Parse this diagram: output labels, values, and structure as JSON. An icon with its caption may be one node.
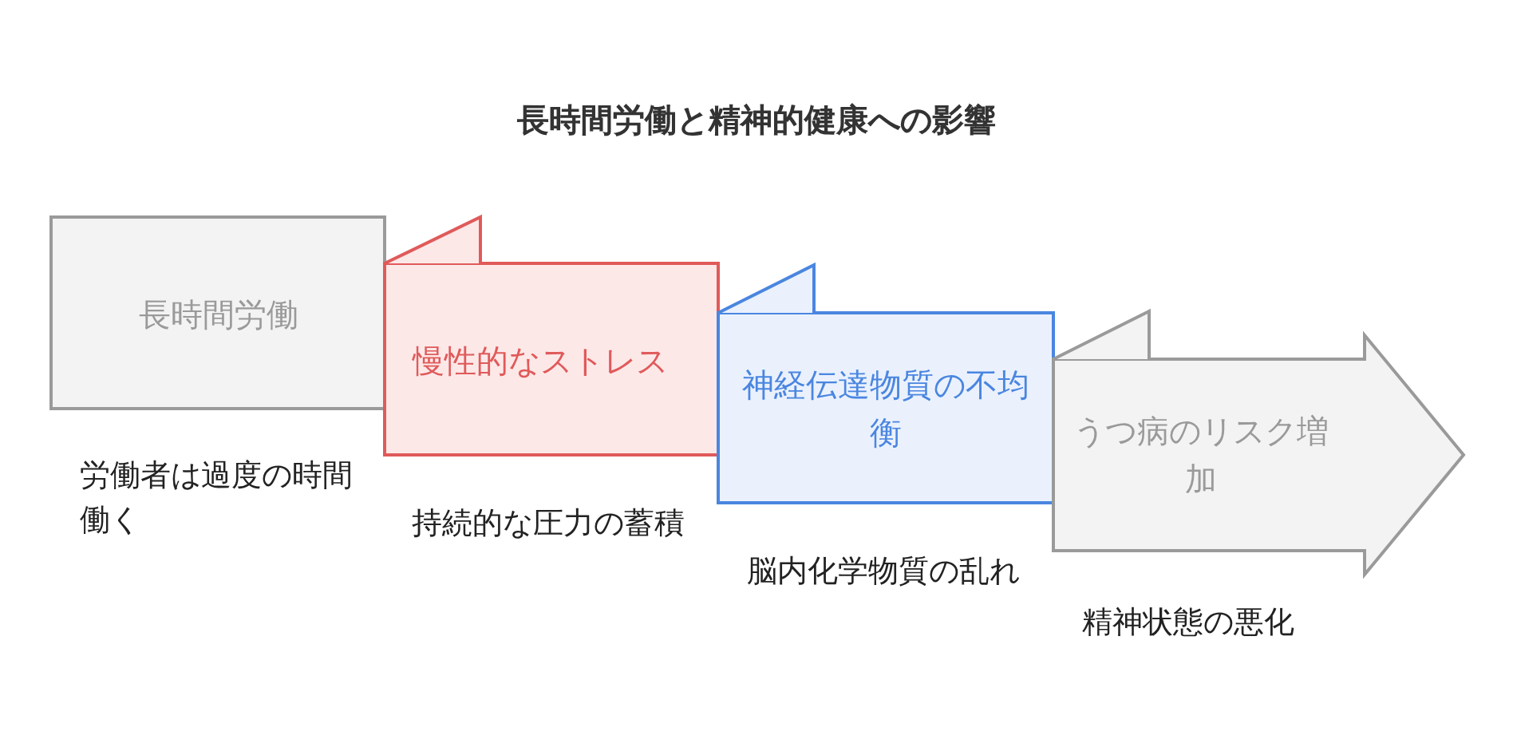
{
  "diagram": {
    "title": "長時間労働と精神的健康への影響",
    "nodes": [
      {
        "text": [
          "長時間労働"
        ],
        "beside": [
          "労働者は過度の時間働く"
        ]
      },
      {
        "text": [
          "慢性的なストレス"
        ],
        "beside": [
          "持続的な圧力の蓄積"
        ]
      },
      {
        "text": [
          "神経伝達物質の不均衡"
        ],
        "beside": [
          "脳内化学物質の乱れ"
        ]
      },
      {
        "text": [
          "うつ病のリスク増加"
        ],
        "beside": [
          "精神状態の悪化"
        ]
      }
    ],
    "edges": []
  }
}
